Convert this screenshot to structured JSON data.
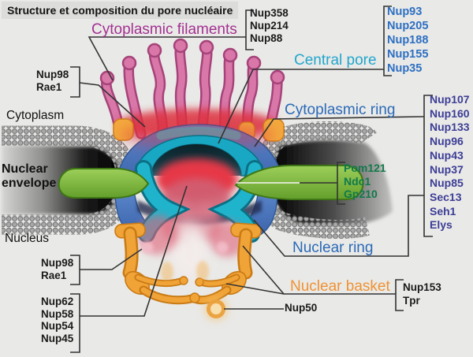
{
  "title": "Structure et composition du pore nucléaire",
  "regions": {
    "cytoplasm": "Cytoplasm",
    "nuclear_envelope": [
      "Nuclear",
      "envelope"
    ],
    "nucleus": "Nucleus"
  },
  "labels": {
    "cytoplasmic_filaments": {
      "text": "Cytoplasmic filaments",
      "color": "#a43192"
    },
    "central_pore": {
      "text": "Central pore",
      "color": "#22a6cd"
    },
    "cytoplasmic_ring": {
      "text": "Cytoplasmic ring",
      "color": "#2b6ab8"
    },
    "nuclear_ring": {
      "text": "Nuclear ring",
      "color": "#2b6ab8"
    },
    "nuclear_basket": {
      "text": "Nuclear basket",
      "color": "#f09233"
    },
    "nup50": {
      "text": "Nup50",
      "color": "#1a1a1a"
    }
  },
  "groups": {
    "filament_nups": {
      "items": [
        "Nup358",
        "Nup214",
        "Nup88"
      ],
      "color": "#1a1a1a"
    },
    "central_pore_nups": {
      "items": [
        "Nup93",
        "Nup205",
        "Nup188",
        "Nup155",
        "Nup35"
      ],
      "color": "#2d6fc2"
    },
    "y_complex_nups": {
      "items": [
        "Nup107",
        "Nup160",
        "Nup133",
        "Nup96",
        "Nup43",
        "Nup37",
        "Nup85",
        "Sec13",
        "Seh1",
        "Elys"
      ],
      "color": "#3c3d96"
    },
    "transmembrane_nups": {
      "items": [
        "Pom121",
        "Ndc1",
        "Gp210"
      ],
      "color": "#11794b"
    },
    "nup98_cytoplasmic": {
      "items": [
        "Nup98",
        "Rae1"
      ],
      "color": "#1a1a1a"
    },
    "nup98_nuclear": {
      "items": [
        "Nup98",
        "Rae1"
      ],
      "color": "#1a1a1a"
    },
    "central_channel_nups": {
      "items": [
        "Nup62",
        "Nup58",
        "Nup54",
        "Nup45"
      ],
      "color": "#1a1a1a"
    },
    "basket_nups": {
      "items": [
        "Nup153",
        "Tpr"
      ],
      "color": "#1a1a1a"
    }
  },
  "diagram_colors": {
    "background": "#e9e9e7",
    "membrane_bead": "#a8a8a8",
    "ring_blue": "#4e79bd",
    "pore_teal": "#18a8c4",
    "transmembrane_green": "#7db544",
    "basket_orange": "#f0a337",
    "filament_pink": "#d877a8",
    "center_red": "#e63946"
  }
}
